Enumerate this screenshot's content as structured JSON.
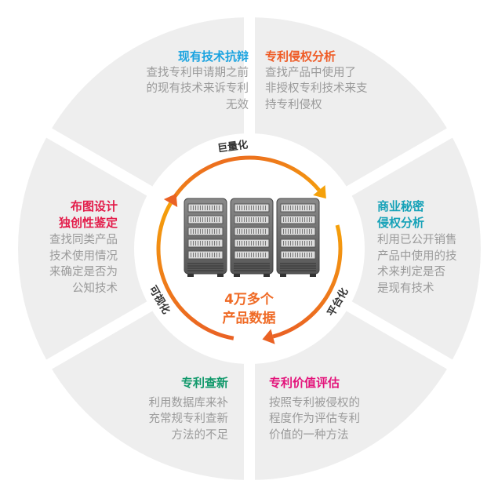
{
  "segments": [
    {
      "title": "现有技术抗辩",
      "lines": [
        "查找专利申请期之前",
        "的现有技术来诉专利",
        "无效"
      ],
      "color": "#1aa3e0"
    },
    {
      "title": "专利侵权分析",
      "lines": [
        "查找产品中使用了",
        "非授权专利技术来支",
        "持专利侵权"
      ],
      "color": "#ef5a24"
    },
    {
      "title_lines": [
        "商业秘密",
        "侵权分析"
      ],
      "lines": [
        "利用已公开销售",
        "产品中使用的技",
        "术来判定是否",
        "是现有技术"
      ],
      "color": "#17a2b8"
    },
    {
      "title": "专利价值评估",
      "lines": [
        "按照专利被侵权的",
        "程度作为评估专利",
        "价值的一种方法"
      ],
      "color": "#e3127a"
    },
    {
      "title": "专利查新",
      "lines": [
        "利用数据库来补",
        "充常规专利查新",
        "方法的不足"
      ],
      "color": "#11996b"
    },
    {
      "title_lines": [
        "布图设计",
        "独创性鉴定"
      ],
      "lines": [
        "查找同类产品",
        "技术使用情况",
        "来确定是否为",
        "公知技术"
      ],
      "color": "#e31c4a"
    }
  ],
  "cycle": {
    "arrow1": "巨量化",
    "arrow2": "平台化",
    "arrow3": "可视化"
  },
  "center": {
    "line1": "4万多个",
    "line2": "产品数据"
  },
  "colors": {
    "segment": "#eeeeee",
    "arrow_start": "#f5a10a",
    "arrow_end": "#ea6224"
  }
}
